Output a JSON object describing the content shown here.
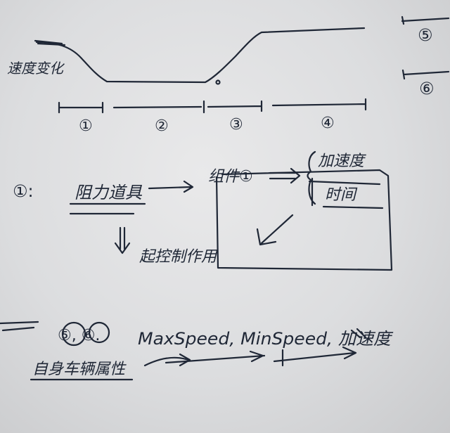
{
  "sketch": {
    "curve_label": "速度变化",
    "segment_labels": [
      "①",
      "②",
      "③",
      "④"
    ],
    "right_labels": [
      "⑤",
      "⑥"
    ],
    "row1": {
      "item": "①:",
      "obstacle": "阻力道具",
      "component": "组件①",
      "params": [
        "加速度",
        "时间"
      ],
      "control": "起控制作用"
    },
    "row2": {
      "items": "⑤, ⑥.",
      "params": "MaxSpeed, MinSpeed, 加速度",
      "note": "自身车辆属性"
    }
  },
  "colors": {
    "ink": "#1f2736",
    "paper": "#e1e2e4"
  }
}
